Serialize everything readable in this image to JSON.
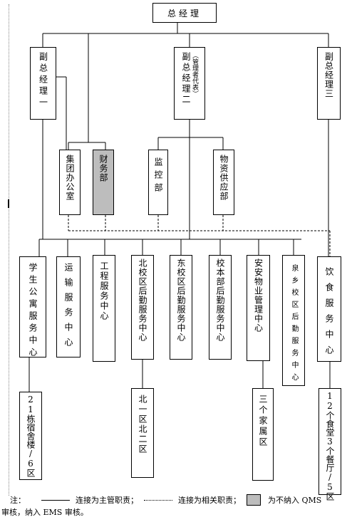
{
  "top": {
    "label": "总经理"
  },
  "vp1": {
    "label": "副总经理一"
  },
  "vp2": {
    "label": "副总经理二",
    "note": "（管理者代表）"
  },
  "vp3": {
    "label": "副总经理三"
  },
  "mid": [
    {
      "label": "集团办公室"
    },
    {
      "label": "财务部",
      "excluded": true
    },
    {
      "label": "监控部"
    },
    {
      "label": "物资供应部"
    }
  ],
  "centers": [
    {
      "label": "学生公寓服务中心"
    },
    {
      "label": "运输服务中心"
    },
    {
      "label": "工程服务中心"
    },
    {
      "label": "北校区后勤服务中心"
    },
    {
      "label": "东校区后勤服务中心"
    },
    {
      "label": "校本部后勤服务中心"
    },
    {
      "label": "安安物业管理中心"
    },
    {
      "label": "泉乡校区后勤服务中心"
    },
    {
      "label": "饮食服务中心"
    }
  ],
  "subs": [
    {
      "label": "21栋宿舍楼/6区"
    },
    {
      "label": "北一区北二区"
    },
    {
      "label": "三个家属区"
    },
    {
      "label": "12个食堂3个餐厅/5区"
    }
  ],
  "legend": {
    "prefix": "注：",
    "solid_text": "连接为主管职责；",
    "dotted_text": "连接为相关职责；",
    "gray_text": "为不纳入 QMS",
    "line2": "审核，纳入 EMS 审核。"
  },
  "colors": {
    "excluded_fill": "#bdbdbd",
    "line": "#000000"
  }
}
